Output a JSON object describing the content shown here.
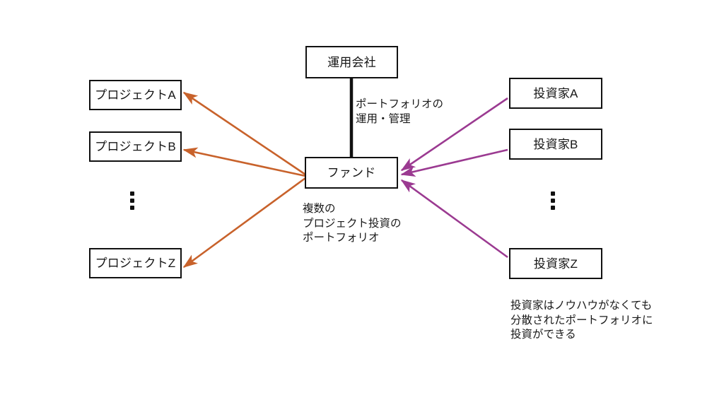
{
  "diagram": {
    "title_text_present": false,
    "background": "#ffffff",
    "colors": {
      "node_border": "#111111",
      "node_fill": "#ffffff",
      "text": "#1a1a1a",
      "project_arrow": "#C8622B",
      "investor_arrow": "#9B3A91",
      "manager_link": "#111111"
    },
    "projects": [
      {
        "label": "プロジェクトA"
      },
      {
        "label": "プロジェクトB"
      },
      {
        "label": "プロジェクトZ"
      }
    ],
    "investors": [
      {
        "label": "投資家A"
      },
      {
        "label": "投資家B"
      },
      {
        "label": "投資家Z"
      }
    ],
    "center": {
      "manager_label": "運用会社",
      "fund_label": "ファンド",
      "manager_link_label": "ポートフォリオの\n運用・管理",
      "fund_caption": "複数の\nプロジェクト投資の\nポートフォリオ"
    },
    "notes": {
      "investor_note": "投資家はノウハウがなくても\n分散されたポートフォリオに\n投資ができる"
    },
    "ellipsis": {
      "glyph": "vertical-three-dots",
      "count": 3
    }
  }
}
